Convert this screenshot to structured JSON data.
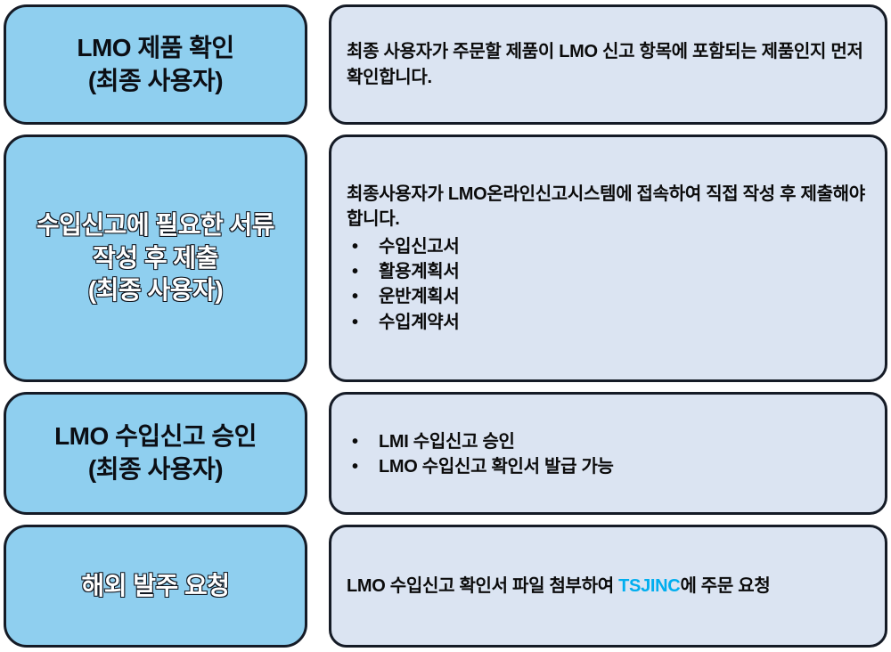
{
  "diagram": {
    "colors": {
      "step_fill": "#8FCFEF",
      "desc_fill": "#DBE4F2",
      "border": "#151B26",
      "accent": "#00AEEF"
    }
  },
  "steps": [
    {
      "title": "LMO 제품 확인\n(최종 사용자)",
      "body": "최종 사용자가 주문할 제품이 LMO 신고 항목에 포함되는 제품인지 먼저 확인합니다."
    },
    {
      "title": "수입신고에 필요한 서류\n작성 후 제출\n(최종 사용자)",
      "intro": "최종사용자가 LMO온라인신고시스템에 접속하여 직접 작성 후 제출해야 합니다.",
      "bullets": [
        "수입신고서",
        "활용계획서",
        "운반계획서",
        "수입계약서"
      ]
    },
    {
      "title": "LMO 수입신고 승인\n(최종 사용자)",
      "bullets": [
        "LMI 수입신고 승인",
        "LMO 수입신고 확인서 발급 가능"
      ]
    },
    {
      "title": "해외 발주 요청",
      "body_prefix": "LMO 수입신고 확인서 파일 첨부하여 ",
      "body_highlight": "TSJINC",
      "body_suffix": "에 주문 요청"
    }
  ]
}
